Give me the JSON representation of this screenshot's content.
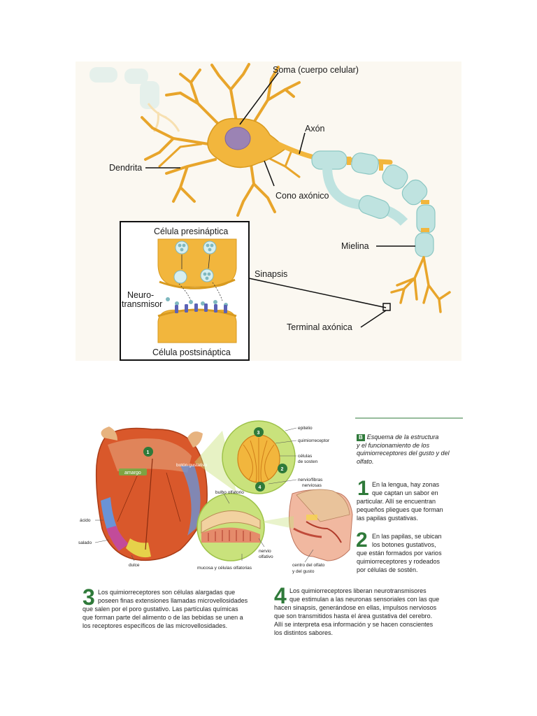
{
  "neuron": {
    "labels": {
      "soma": "Soma (cuerpo celular)",
      "axon": "Axón",
      "dendrite": "Dendrita",
      "axon_hillock": "Cono axónico",
      "presynaptic": "Célula presináptica",
      "neurotransmitter_1": "Neuro-",
      "neurotransmitter_2": "transmisor",
      "synapse": "Sinapsis",
      "myelin": "Mielina",
      "axon_terminal": "Terminal axónica",
      "postsynaptic": "Célula postsináptica"
    },
    "colors": {
      "cell": "#f2b63d",
      "cell_dark": "#d89a1f",
      "nucleus": "#9b83b4",
      "myelin": "#bfe3e0",
      "receptor": "#5b62b5"
    }
  },
  "taste": {
    "labels": {
      "epitelio": "epitelio",
      "quimiorreceptor": "quimiorreceptor",
      "celulas_sosten_1": "células",
      "celulas_sosten_2": "de sosten",
      "nervio_fibras_1": "nervio/fibras",
      "nervio_fibras_2": "nerviosas",
      "boton_gustativo": "botón gustativo",
      "amargo": "amargo",
      "bulbo_olfatorio": "bulbo olfatorio",
      "acido": "ácido",
      "salado": "salado",
      "dulce": "dulce",
      "mucosa": "mucosa y células olfatorias",
      "nervio_olfativo_1": "nervio",
      "nervio_olfativo_2": "olfativo",
      "centro_1": "centro del olfato",
      "centro_2": "y del gusto",
      "marker_1": "1",
      "marker_2": "2",
      "marker_3": "3",
      "marker_4": "4"
    },
    "heading": {
      "badge": "B",
      "line1": "Esquema de la estructura",
      "line2": "y el funcionamiento de los",
      "line3": "quimiorreceptores del gusto y del",
      "line4": "olfato."
    },
    "steps": [
      {
        "number": "1",
        "lines": [
          "En la lengua, hay zonas",
          "que captan un sabor en",
          "particular. Allí se encuentran",
          "pequeños pliegues que forman",
          "las papilas gustativas."
        ]
      },
      {
        "number": "2",
        "lines": [
          "En las papilas, se ubican",
          "los botones gustativos,",
          "que están formados por varios",
          "quimiorreceptores y rodeados",
          "por células de sostén."
        ]
      },
      {
        "number": "3",
        "lines": [
          "Los quimiorreceptores son células alargadas que",
          "poseen finas extensiones llamadas microvellosidades",
          "que salen por el poro gustativo. Las partículas químicas",
          "que forman parte del alimento o de las bebidas se unen a",
          "los receptores específicos de las microvellosidades."
        ]
      },
      {
        "number": "4",
        "lines": [
          "Los quimiorreceptores liberan neurotransmisores",
          "que estimulan a las neuronas sensoriales con las que",
          "hacen sinapsis, generándose en ellas, impulsos nerviosos",
          "que son transmitidos hasta el área gustativa del cerebro.",
          "Allí se interpreta esa información y se hacen conscientes",
          "los distintos sabores."
        ]
      }
    ],
    "colors": {
      "accent_green": "#2f7a3a",
      "tongue": "#d9582b",
      "circle_bg": "#c9e27c"
    }
  }
}
